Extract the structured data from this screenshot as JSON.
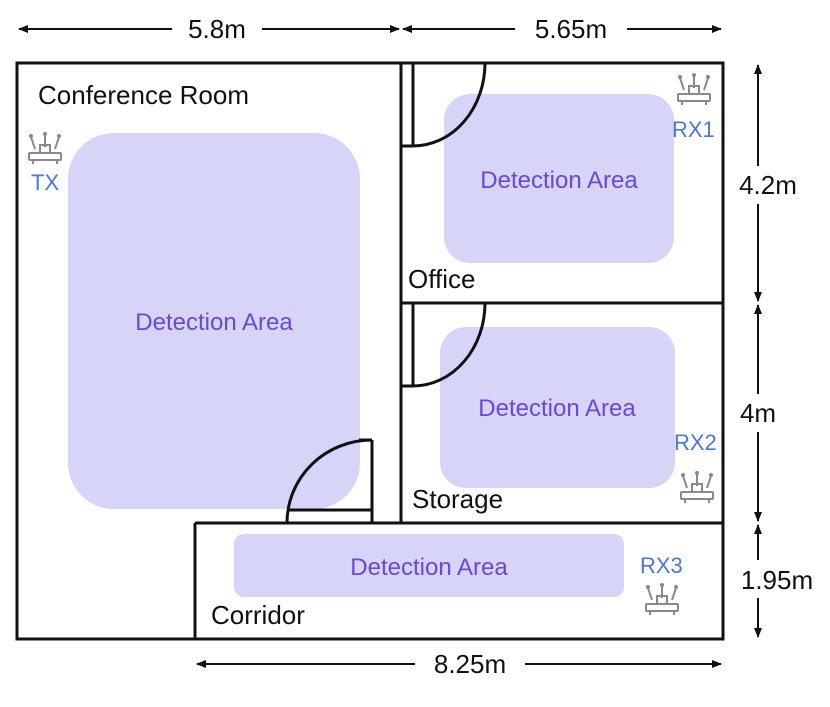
{
  "colors": {
    "wall": "#111111",
    "detection_area": "#d6d4f7",
    "detection_text": "#6a48d8",
    "device_text": "#4a78d8",
    "antenna": "#8a8a8a"
  },
  "rooms": {
    "conference": "Conference Room",
    "office": "Office",
    "storage": "Storage",
    "corridor": "Corridor"
  },
  "detection_area_label": "Detection Area",
  "devices": {
    "tx": "TX",
    "rx1": "RX1",
    "rx2": "RX2",
    "rx3": "RX3"
  },
  "dimensions": {
    "conference_width": "5.8m",
    "office_width": "5.65m",
    "office_height": "4.2m",
    "storage_height": "4m",
    "corridor_height": "1.95m",
    "corridor_width": "8.25m"
  },
  "icons": {
    "router": "router-antenna-icon",
    "arrow": "double-arrow-icon"
  }
}
